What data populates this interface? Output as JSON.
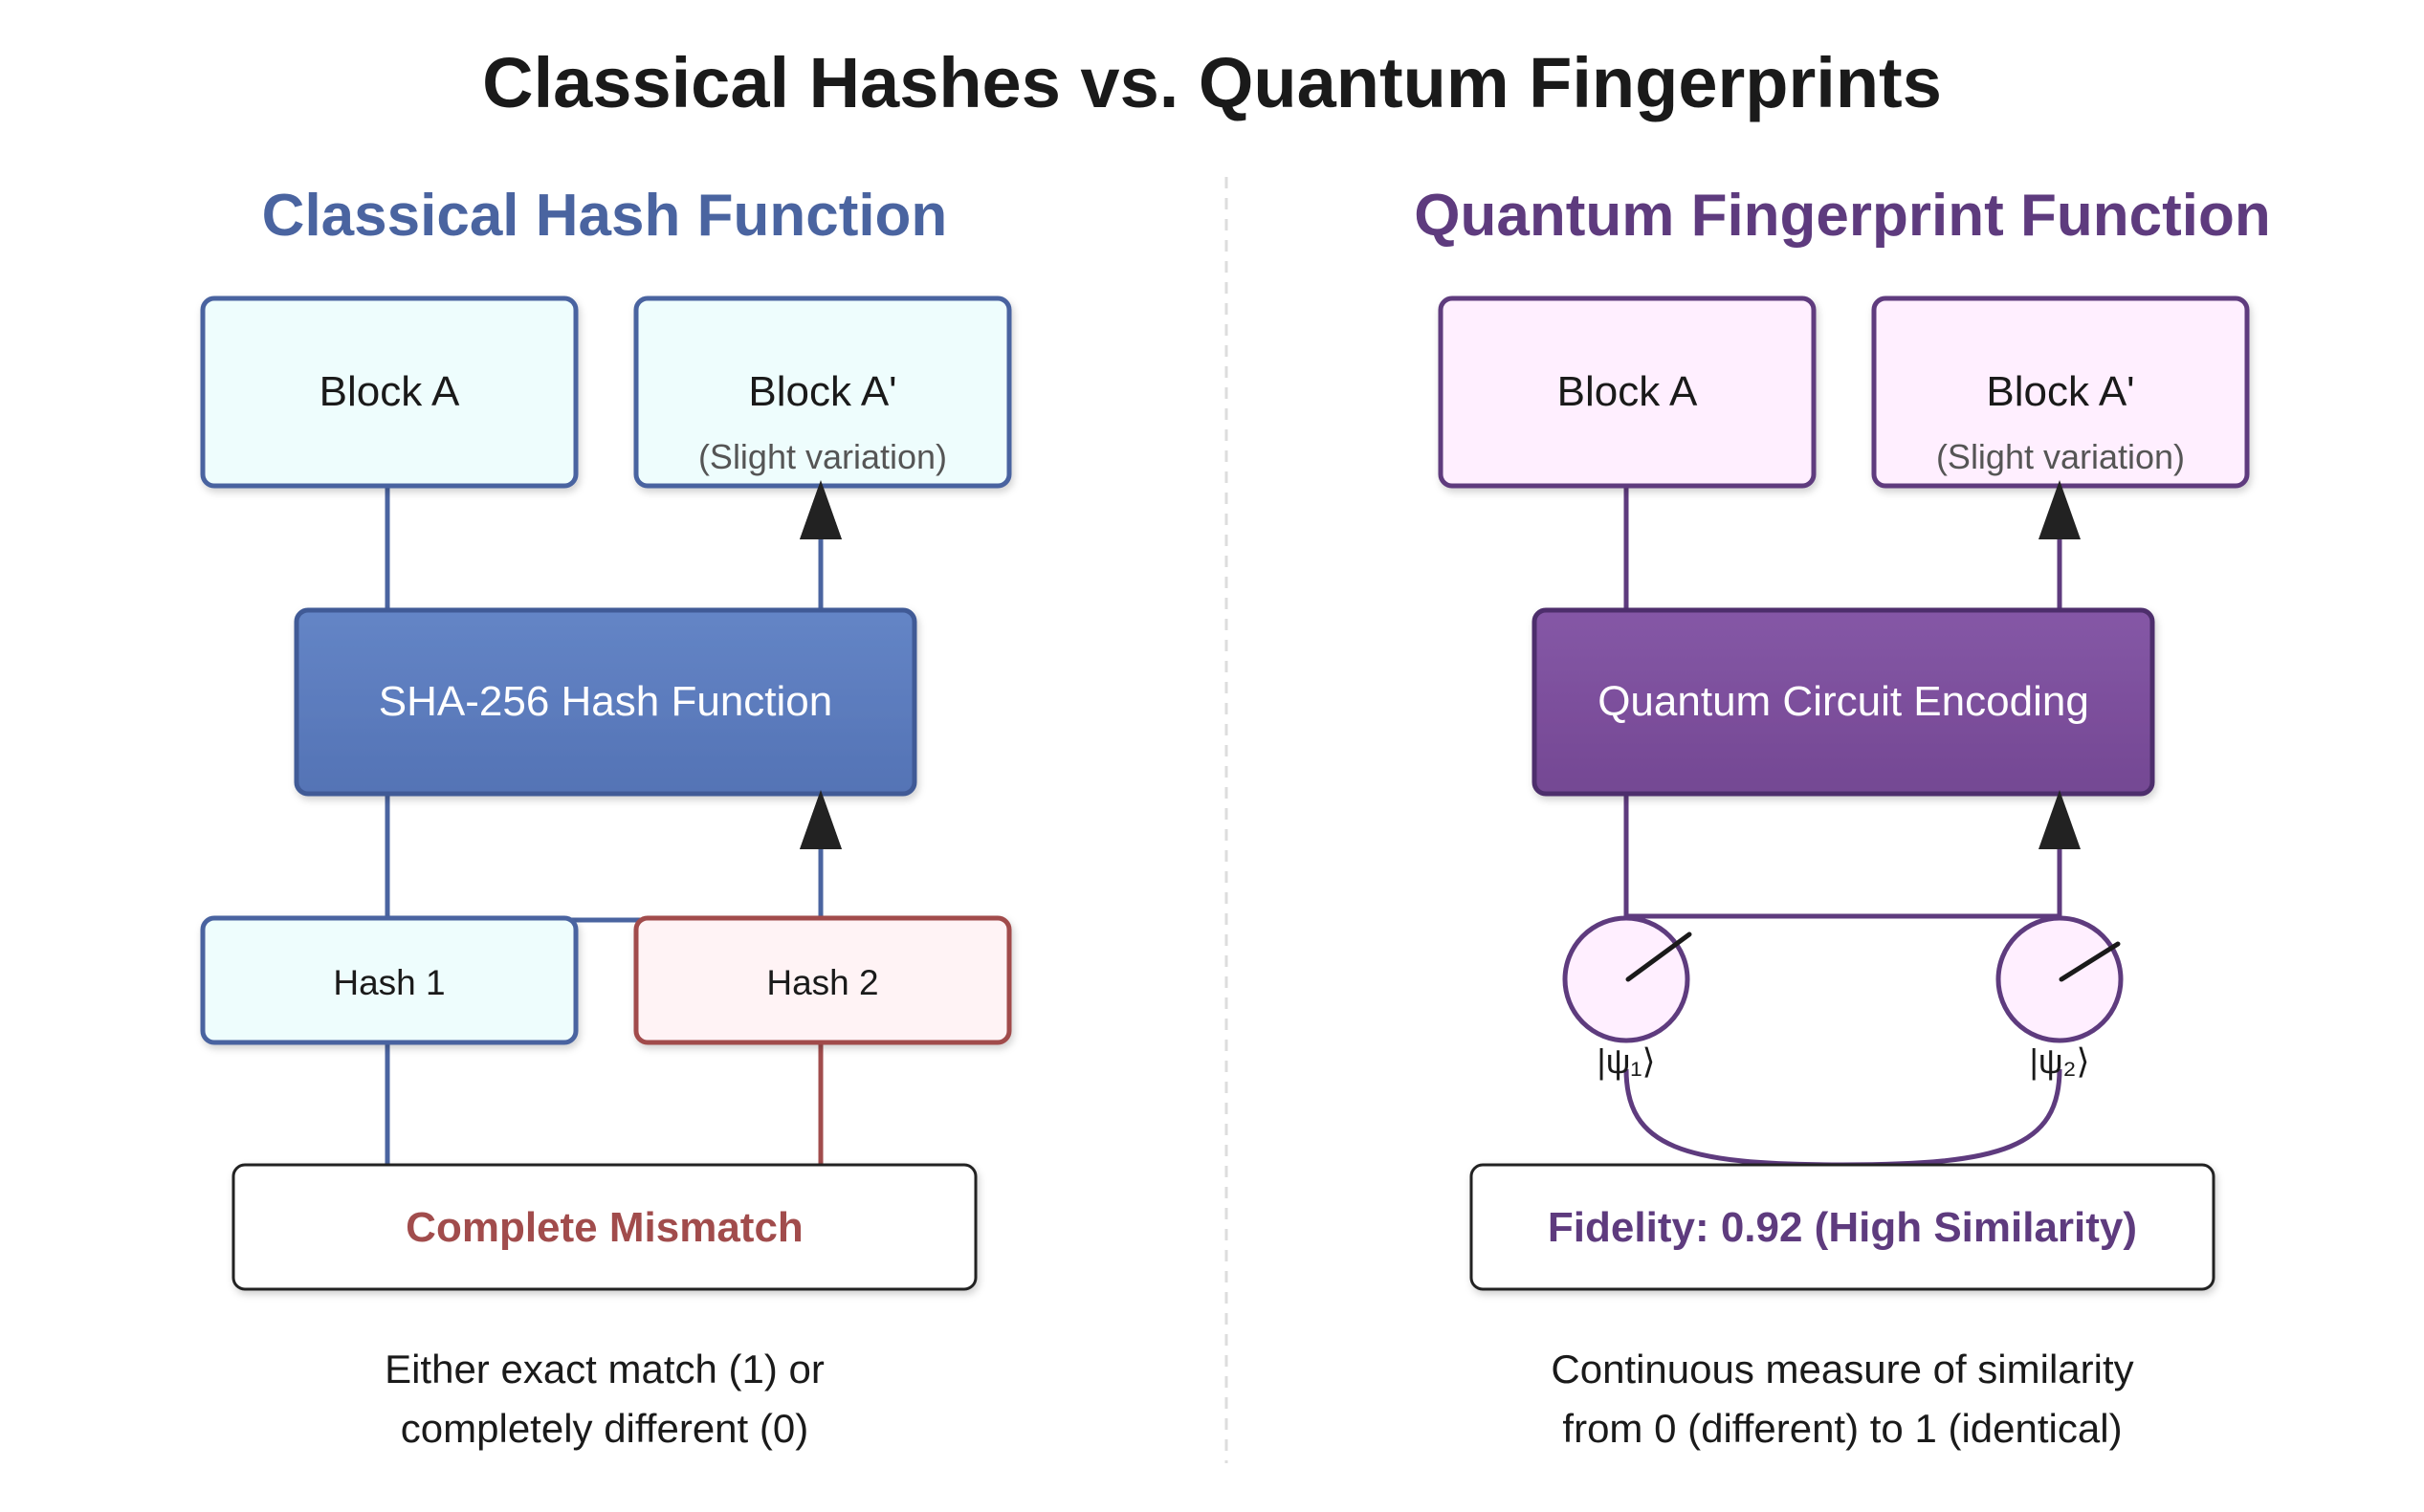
{
  "title": "Classical Hashes vs. Quantum Fingerprints",
  "colors": {
    "classical_accent": "#4A64A0",
    "classical_box_fill": "#EEFDFD",
    "classical_hash_fill": "#5B7DBF",
    "mismatch_red": "#A14C4C",
    "mismatch_fill": "#FFF3F5",
    "quantum_accent": "#5E3B7E",
    "quantum_box_fill": "#FFEFFF",
    "quantum_circuit_fill": "#7B4F9C",
    "arrow": "#222222",
    "text": "#1a1a1a",
    "subtext": "#555555"
  },
  "classical": {
    "heading": "Classical Hash Function",
    "block_a": "Block A",
    "block_a_prime": "Block A'",
    "block_a_prime_note": "(Slight variation)",
    "hash_function": "SHA-256 Hash Function",
    "hash_1": "Hash 1",
    "hash_2": "Hash 2",
    "result": "Complete Mismatch",
    "caption_line1": "Either exact match (1) or",
    "caption_line2": "completely different (0)"
  },
  "quantum": {
    "heading": "Quantum Fingerprint Function",
    "block_a": "Block A",
    "block_a_prime": "Block A'",
    "block_a_prime_note": "(Slight variation)",
    "circuit": "Quantum Circuit Encoding",
    "state_1": "|ψ₁⟩",
    "state_2": "|ψ₂⟩",
    "result": "Fidelity: 0.92 (High Similarity)",
    "caption_line1": "Continuous measure of similarity",
    "caption_line2": "from 0 (different) to 1 (identical)"
  }
}
